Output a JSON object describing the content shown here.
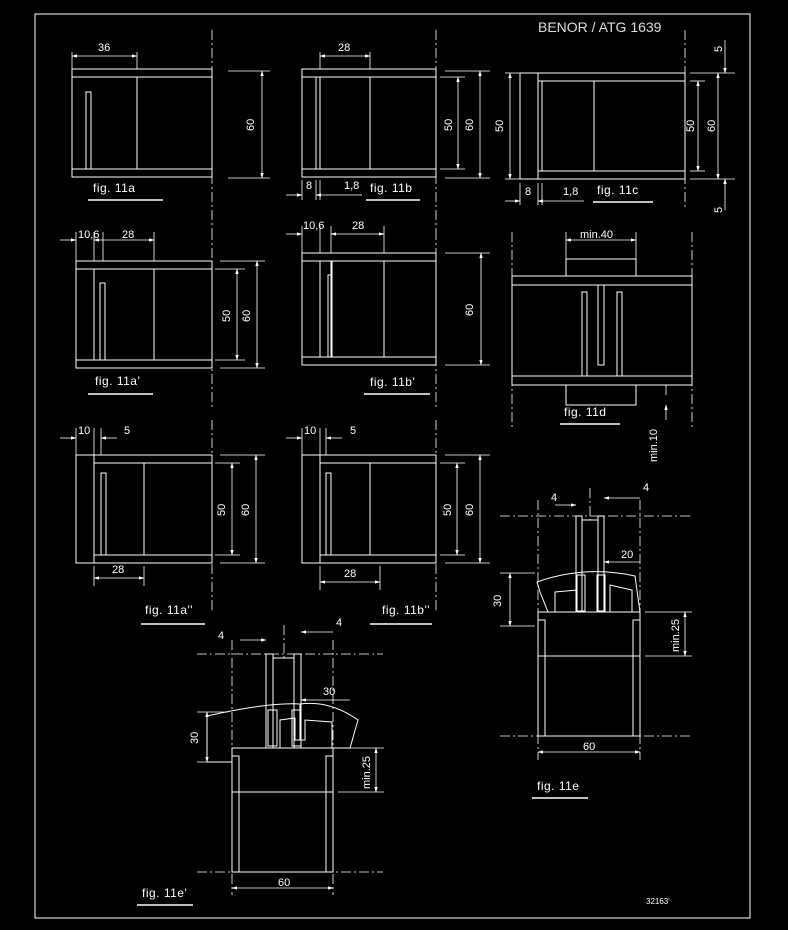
{
  "header": {
    "title": "BENOR / ATG 1639"
  },
  "figures": {
    "f11a": {
      "caption": "fig. 11a",
      "dims": [
        "36",
        "60"
      ]
    },
    "f11b": {
      "caption": "fig. 11b",
      "dims": [
        "28",
        "50",
        "60",
        "8",
        "1,8"
      ]
    },
    "f11c": {
      "caption": "fig. 11c",
      "dims": [
        "5",
        "50",
        "50",
        "60",
        "8",
        "1,8",
        "5"
      ]
    },
    "f11a1": {
      "caption": "fig. 11a'",
      "dims": [
        "10,6",
        "28",
        "50",
        "60"
      ]
    },
    "f11b1": {
      "caption": "fig. 11b'",
      "dims": [
        "10,6",
        "28",
        "60"
      ]
    },
    "f11d": {
      "caption": "fig. 11d",
      "dims": [
        "min.40",
        "min.10"
      ]
    },
    "f11a2": {
      "caption": "fig. 11a''",
      "dims": [
        "10",
        "5",
        "50",
        "60",
        "28"
      ]
    },
    "f11b2": {
      "caption": "fig. 11b''",
      "dims": [
        "10",
        "5",
        "50",
        "60",
        "28"
      ]
    },
    "f11e": {
      "caption": "fig. 11e",
      "dims": [
        "4",
        "4",
        "20",
        "30",
        "min.25",
        "60"
      ]
    },
    "f11e1": {
      "caption": "fig. 11e'",
      "dims": [
        "4",
        "4",
        "30",
        "30",
        "min.25",
        "60"
      ]
    }
  },
  "reference": "32163'"
}
